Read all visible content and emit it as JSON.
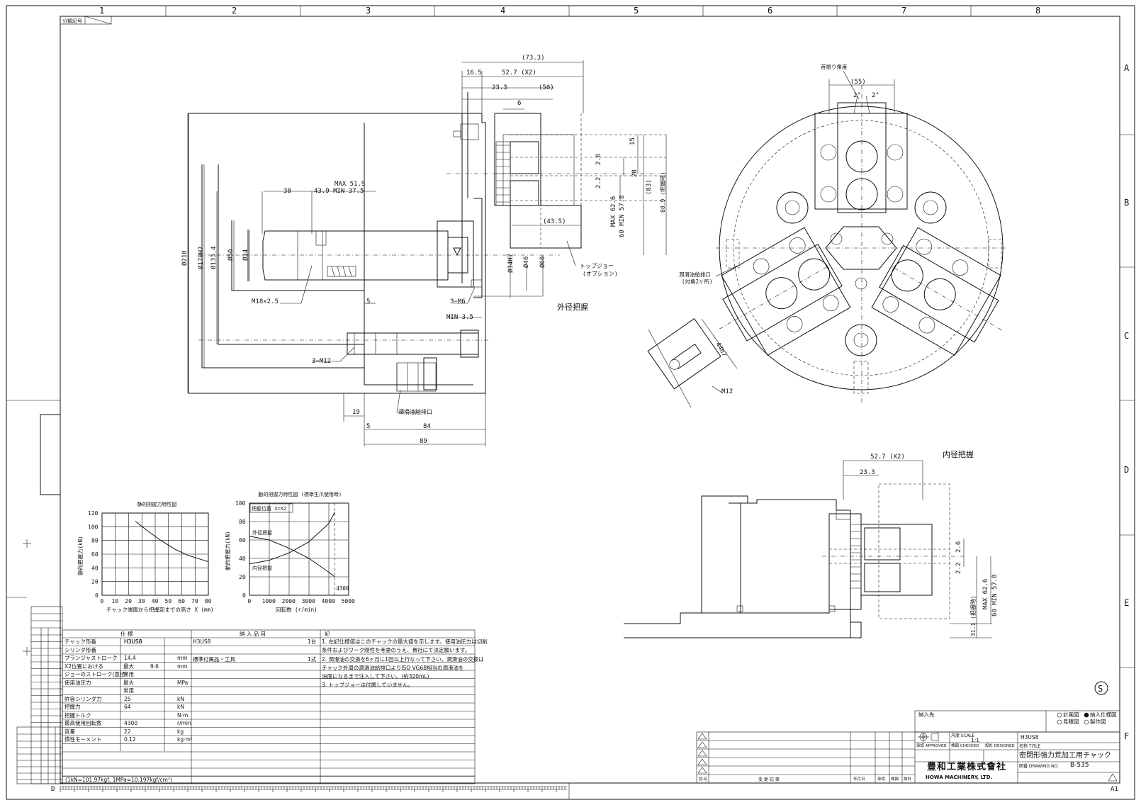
{
  "border": {
    "col_numbers": [
      "1",
      "2",
      "3",
      "4",
      "5",
      "6",
      "7",
      "8"
    ],
    "row_letters": [
      "A",
      "B",
      "C",
      "D",
      "E",
      "F"
    ],
    "class_code_label": "分類記号",
    "bottom_left": "D",
    "bottom_right": "A1"
  },
  "drawing": {
    "dims_top": [
      "(73.3)",
      "16.5",
      "52.7 (X2)",
      "23.3",
      "(50)",
      "6"
    ],
    "dims_right": [
      "15",
      "2.6",
      "2.2",
      "28",
      "(83)",
      "88.9 (把握時)",
      "MAX 62.6",
      "60 MIN 57.8",
      "(43.5)"
    ],
    "dims_left": [
      "Ø210",
      "Ø170H7",
      "Ø133.4",
      "Ø50",
      "Ø34",
      "Ø34H7",
      "Ø46",
      "Ø60"
    ],
    "dims_mid": [
      "MAX 51.9",
      "43.9 MIN 37.5",
      "38"
    ],
    "dims_bottom": [
      "5",
      "MIN 3.5",
      "19",
      "5",
      "84",
      "89"
    ],
    "labels": {
      "m18": "M18×2.5",
      "m6": "3−M6",
      "m12": "3−M12",
      "top_jaw": "トップジョー",
      "top_jaw_opt": "(オプション)",
      "lube_port": "潤滑油給排口",
      "od_grip": "外径把握",
      "id_grip": "内径把握",
      "swing_angle": "首振り角度",
      "d55": "(55)",
      "deg1": "2°",
      "deg2": "2°",
      "lube_port_r": "潤滑油給排口",
      "lube_port_r2": "(対角2ヶ所)",
      "key": "44h7",
      "m12b": "M12",
      "id_527": "52.7 (X2)",
      "id_233": "23.3",
      "id_26": "2.6",
      "id_22": "2.2",
      "id_max": "MAX 62.6",
      "id_min": "60 MIN 57.8",
      "id_311": "31.1 (把握時)"
    }
  },
  "chart_data": [
    {
      "type": "line",
      "title": "静的把握力特性図",
      "xlabel": "チャック端面から把握部までの高さ X (mm)",
      "ylabel": "静的把握力(kN)",
      "xticks": [
        "0",
        "10",
        "20",
        "30",
        "40",
        "50",
        "60",
        "70",
        "80"
      ],
      "yticks": [
        "0",
        "20",
        "40",
        "60",
        "80",
        "100",
        "120"
      ],
      "xlim": [
        0,
        80
      ],
      "ylim": [
        0,
        120
      ],
      "series": [
        {
          "x": [
            25,
            35,
            45,
            55,
            65,
            75,
            80
          ],
          "y": [
            108,
            93,
            79,
            67,
            58,
            52,
            49
          ]
        }
      ]
    },
    {
      "type": "line",
      "title": "動的把握力特性図 (標準生爪使用時)",
      "xlabel": "回転数 (r/min)",
      "ylabel": "動的把握力(kN)",
      "xticks": [
        "0",
        "1000",
        "2000",
        "3000",
        "4000",
        "5000"
      ],
      "yticks": [
        "0",
        "20",
        "40",
        "60",
        "80",
        "100"
      ],
      "xlim": [
        0,
        5000
      ],
      "ylim": [
        0,
        100
      ],
      "annotations": [
        "把握位置 X=X2",
        "外径把握",
        "内径把握",
        "4300"
      ],
      "series": [
        {
          "name": "外径把握",
          "x": [
            0,
            1000,
            2000,
            3000,
            4000,
            4300
          ],
          "y": [
            64,
            60,
            51,
            40,
            25,
            20
          ]
        },
        {
          "name": "内径把握",
          "x": [
            0,
            1000,
            2000,
            3000,
            4000,
            4300
          ],
          "y": [
            34,
            38,
            46,
            58,
            78,
            90
          ]
        }
      ]
    }
  ],
  "spec_table": {
    "headers": [
      "仕 様",
      "納 入 品 目",
      "記"
    ],
    "rows": [
      {
        "label": "チャック形番",
        "value": "H3US8",
        "unit": ""
      },
      {
        "label": "シリンダ形番",
        "value": "",
        "unit": ""
      },
      {
        "label": "プランジャストローク",
        "value": "14.4",
        "unit": "mm"
      },
      {
        "label": "X2位置における",
        "sub": "最大",
        "value": "9.6",
        "unit": "mm"
      },
      {
        "label": "ジョーのストローク(直径)",
        "sub": "常用",
        "value": "",
        "unit": ""
      },
      {
        "label": "使用油圧力",
        "sub": "最大",
        "value": "",
        "unit": "MPa"
      },
      {
        "label": "",
        "sub": "常用",
        "value": "",
        "unit": ""
      },
      {
        "label": "許容シリンダ力",
        "value": "25",
        "unit": "kN"
      },
      {
        "label": "把握力",
        "value": "64",
        "unit": "kN"
      },
      {
        "label": "把握トルク",
        "value": "",
        "unit": "N·m"
      },
      {
        "label": "最高使用回転数",
        "value": "4300",
        "unit": "r/min"
      },
      {
        "label": "質量",
        "value": "22",
        "unit": "kg"
      },
      {
        "label": "慣性モーメント",
        "value": "0.12",
        "unit": "kg·m²"
      }
    ],
    "delivery": [
      {
        "item": "H3US8",
        "qty": "1台"
      },
      {
        "item": "標準付属品・工具",
        "qty": "1式"
      }
    ],
    "notes": [
      "1. 左記仕様値はこのチャックの最大値を示します。使用油圧力は切削",
      "   条件およびワーク剛性を考慮のうえ、貴社にて決定願います。",
      "2. 潤滑油の交換を6ヶ月に1回以上行なって下さい。潤滑油の交換は",
      "   チャック外周の潤滑油給排口よりISO VG68相当の潤滑油を",
      "   油面になるまで注入して下さい。(約320mL)",
      "3. トップジョーは付属していません。"
    ],
    "footer": "(1kN=101.97kgf, 1MPa=10.197kgf/cm²)"
  },
  "title_block": {
    "delivery_to": "納入先",
    "checkboxes": [
      "計画図",
      "納入仕様図",
      "見積図",
      "製作図"
    ],
    "model": "H3US8",
    "scale_label": "尺度 SCALE",
    "scale": "1:1",
    "approved": "承認 APPROVED",
    "checked": "検図 CHECKED",
    "designed": "設計 DESIGNED",
    "title_label": "名称 TITLE",
    "title": "密閉形強力荒加工用チャック",
    "company_ja": "豊和工業株式會社",
    "company_en": "HOWA MACHINERY, LTD.",
    "drawing_no_label": "図番 DRAWING NO.",
    "drawing_no": "B-535",
    "revision_col": "符号",
    "revision_desc": "変 更 記 事",
    "revision_cols": [
      "年月日",
      "承認",
      "検図",
      "設計"
    ]
  },
  "stamp": "S"
}
